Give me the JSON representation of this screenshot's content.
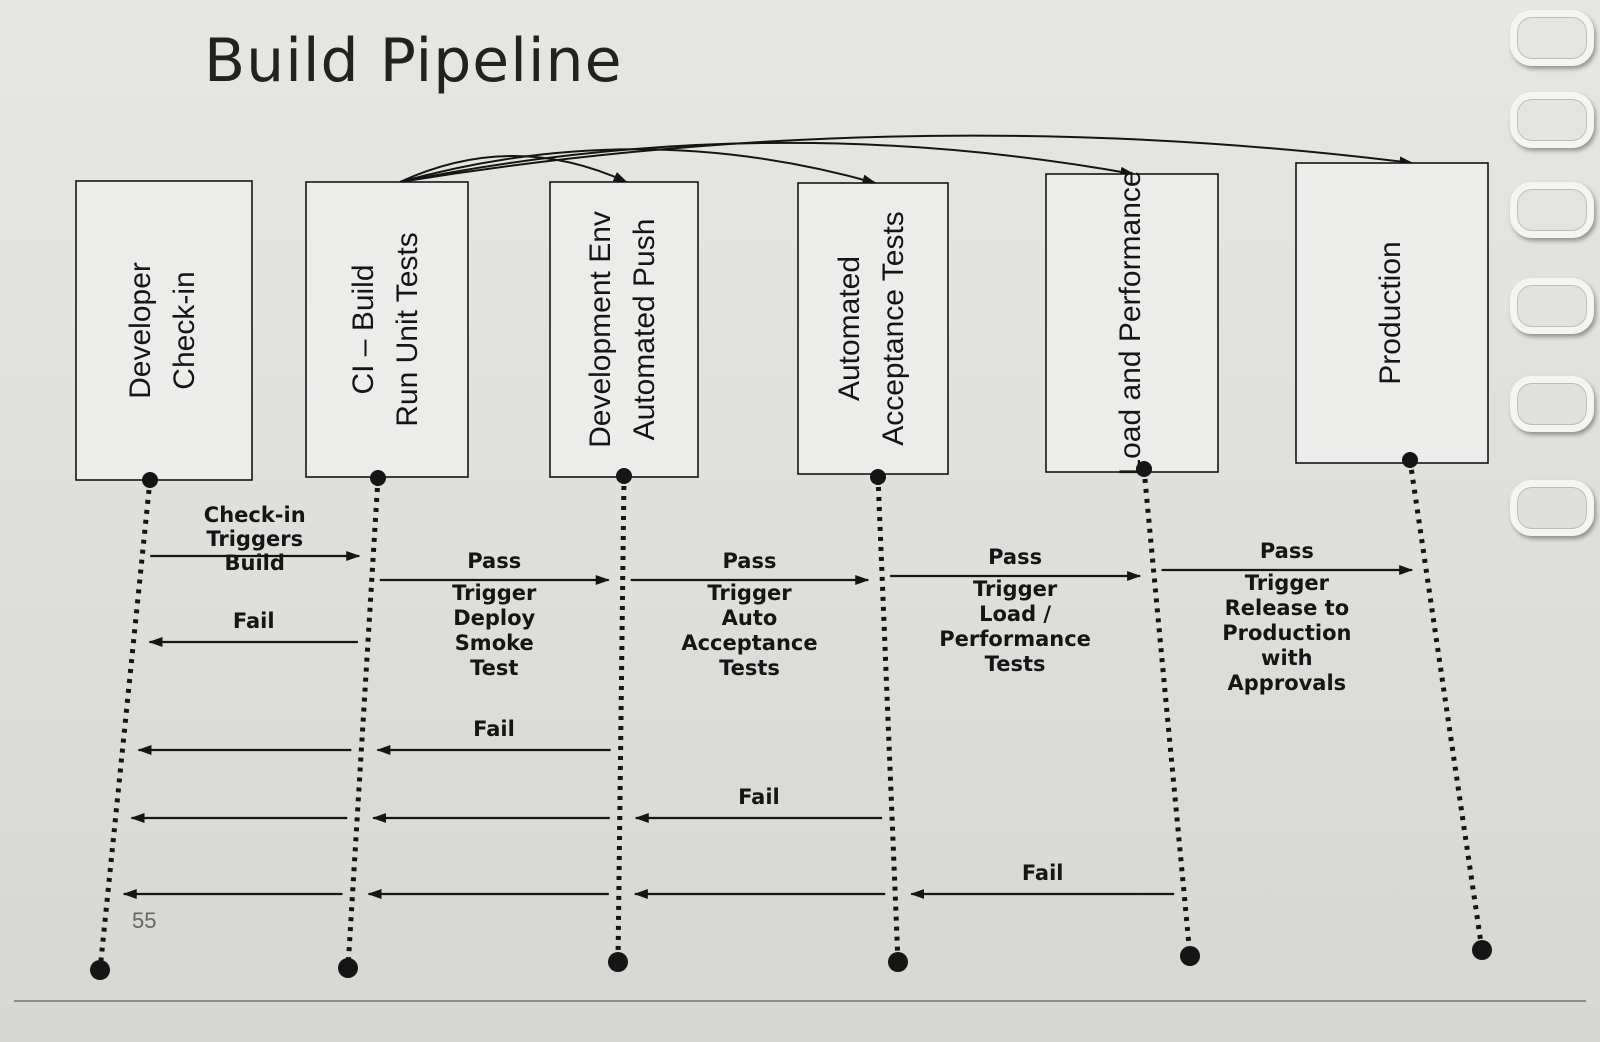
{
  "title": "Build Pipeline",
  "page_number": "55",
  "stages": [
    {
      "id": "dev-checkin",
      "lines": [
        "Developer",
        "Check-in"
      ]
    },
    {
      "id": "ci-build",
      "lines": [
        "CI – Build",
        "Run Unit Tests"
      ]
    },
    {
      "id": "dev-env",
      "lines": [
        "Development Env",
        "Automated Push"
      ]
    },
    {
      "id": "acceptance",
      "lines": [
        "Automated",
        "Acceptance Tests"
      ]
    },
    {
      "id": "load-perf",
      "lines": [
        "Load and Performance"
      ]
    },
    {
      "id": "production",
      "lines": [
        "Production"
      ]
    }
  ],
  "flows": [
    {
      "from": 0,
      "to": 1,
      "direction": "forward",
      "label": [
        "Check-in",
        "Triggers",
        "Build"
      ]
    },
    {
      "from": 1,
      "to": 0,
      "direction": "back",
      "label": [
        "Fail"
      ]
    },
    {
      "from": 1,
      "to": 2,
      "direction": "forward",
      "label": [
        "Pass",
        "Trigger",
        "Deploy",
        "Smoke",
        "Test"
      ]
    },
    {
      "from": 2,
      "to": 3,
      "direction": "forward",
      "label": [
        "Pass",
        "Trigger",
        "Auto",
        "Acceptance",
        "Tests"
      ]
    },
    {
      "from": 3,
      "to": 4,
      "direction": "forward",
      "label": [
        "Pass",
        "Trigger",
        "Load /",
        "Performance",
        "Tests"
      ]
    },
    {
      "from": 4,
      "to": 5,
      "direction": "forward",
      "label": [
        "Pass",
        "Trigger",
        "Release to",
        "Production",
        "with",
        "Approvals"
      ]
    },
    {
      "from": 2,
      "to": 0,
      "direction": "back",
      "label": [
        "Fail"
      ]
    },
    {
      "from": 3,
      "to": 0,
      "direction": "back",
      "label": [
        "Fail"
      ]
    },
    {
      "from": 4,
      "to": 0,
      "direction": "back",
      "label": [
        "Fail"
      ]
    }
  ],
  "overhead_connections": [
    {
      "from": 1,
      "to": 2
    },
    {
      "from": 1,
      "to": 3
    },
    {
      "from": 1,
      "to": 4
    },
    {
      "from": 1,
      "to": 5
    }
  ],
  "colors": {
    "ink": "#151515",
    "paper": "#e3e3e0",
    "box_fill": "#ececea"
  }
}
